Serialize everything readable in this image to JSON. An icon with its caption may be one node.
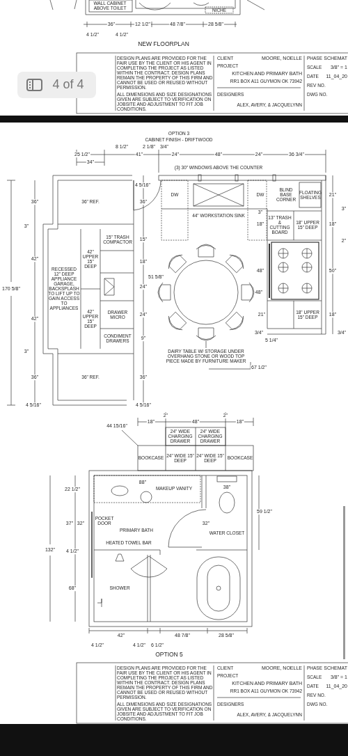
{
  "diagram": {
    "labels": [
      "WALL CABINET ABOVE TOILET",
      "NICHE",
      "36\"",
      "12 1/2\"",
      "48 7/8\"",
      "28 5/8\"",
      "4 1/2\"",
      "4 1/2\"",
      "NEW FLOORPLAN",
      "4 of 4",
      "DESIGN PLANS ARE PROVIDED FOR THE FAIR USE BY THE CLIENT OR HIS AGENT IN COMPLETING THE PROJECT AS LISTED WITHIN THE CONTRACT. DESIGN PLANS REMAIN THE PROPERTY OF THIS FIRM AND CANNOT BE USED OR REUSED WITHOUT PERMISSION.",
      "ALL DIMENSIONS AND SIZE DESIGNATIONS GIVEN ARE SUBJECT TO VERIFICATION ON JOBSITE AND ADJUSTMENT TO FIT JOB CONDITIONS.",
      "CLIENT",
      "MOORE, NOELLE",
      "PROJECT",
      "KITCHEN AND PRIMARY BATH",
      "RR1 BOX A11 GUYMON OK 73942",
      "DESIGNERS",
      "ALEX, AVERY, & JACQUELYNN",
      "PHASE",
      "SCHEMAT",
      "SCALE",
      "3/8\" = 1",
      "DATE",
      "11_04_20",
      "REV NO.",
      "DWG NO.",
      "OPTION 3",
      "CABINET FINISH - DRIFTWOOD",
      "8 1/2\"",
      "2 1/8\"",
      "3/4\"",
      "25 1/2\"",
      "41\"",
      "24\"",
      "48\"",
      "24\"",
      "36 3/4\"",
      "34\"",
      "(3) 30\" WINDOWS ABOVE THE COUNTER",
      "4 5/16\"",
      "DW",
      "DW",
      "BLIND BASE CORNER",
      "FLOATING SHELVES",
      "21\"",
      "36\"",
      "36\" REF.",
      "36\"",
      "44\" WORKSTATION SINK",
      "3\"",
      "3\"",
      "18\"",
      "13\" TRASH & CUTTING BOARD",
      "18\" UPPER 15\" DEEP",
      "18\"",
      "2\"",
      "3\"",
      "15\" TRASH COMPACTOR",
      "15\"",
      "42\"",
      "42\" UPPER 15\" DEEP",
      "18\"",
      "48\"",
      "50\"",
      "RECESSED 12\" DEEP APPLIANCE GARAGE, BACKSPLASH TO LIFT UP TO GAIN ACCESS TO APPLIANCES",
      "170 5/8\"",
      "24\"",
      "42\"",
      "42\" UPPER 15\" DEEP",
      "DRAWER MICRO",
      "51 5/8\"",
      "24\"",
      "48\"",
      "21\"",
      "18\" UPPER 15\" DEEP",
      "18\"",
      "3/4\"",
      "5 1/4\"",
      "3/4\"",
      "3\"",
      "CONDIMENT DRAWERS",
      "9\"",
      "36\"",
      "36\" REF.",
      "36\"",
      "DAIRY TABLE W/ STORAGE UNDER OVERHANG STONE OR WOOD TOP PIECE MADE BY FURNITURE MAKER",
      "4 5/16\"",
      "4 5/16\"",
      "67 1/2\"",
      "44 15/16\"",
      "18\"",
      "2\"",
      "48\"",
      "2\"",
      "18\"",
      "24\" WIDE CHARGING DRAWER",
      "24\" WIDE CHARGING DRAWER",
      "BOOKCASE",
      "24\" WIDE 15\" DEEP",
      "24\" WIDE 15\" DEEP",
      "BOOKCASE",
      "88\"",
      "38\"",
      "22 1/2\"",
      "MAKEUP VANITY",
      "59 1/2\"",
      "POCKET DOOR",
      "37\"",
      "32\"",
      "32\"",
      "PRIMARY BATH",
      "WATER CLOSET",
      "HEATED TOWEL BAR",
      "4 1/2\"",
      "132\"",
      "68\"",
      "SHOWER",
      "42\"",
      "48 7/8\"",
      "28 5/8\"",
      "4 1/2\"",
      "4 1/2\"",
      "6 1/2\"",
      "OPTION 5",
      "DESIGN PLANS ARE PROVIDED FOR THE FAIR USE BY THE CLIENT OR HIS AGENT IN COMPLETING THE PROJECT AS LISTED WITHIN THE CONTRACT. DESIGN PLANS REMAIN THE PROPERTY OF THIS FIRM AND CANNOT BE USED OR REUSED WITHOUT PERMISSION.",
      "ALL DIMENSIONS AND SIZE DESIGNATIONS GIVEN ARE SUBJECT TO VERIFICATION ON JOBSITE AND ADJUSTMENT TO FIT JOB CONDITIONS.",
      "CLIENT",
      "MOORE, NOELLE",
      "PROJECT",
      "KITCHEN AND PRIMARY BATH",
      "RR1 BOX A11 GUYMON OK 73942",
      "DESIGNERS",
      "ALEX, AVERY, & JACQUELYNN",
      "PHASE",
      "SCHEMAT",
      "SCALE",
      "3/8\" = 1",
      "DATE",
      "11_04_20",
      "REV NO.",
      "DWG NO."
    ]
  }
}
